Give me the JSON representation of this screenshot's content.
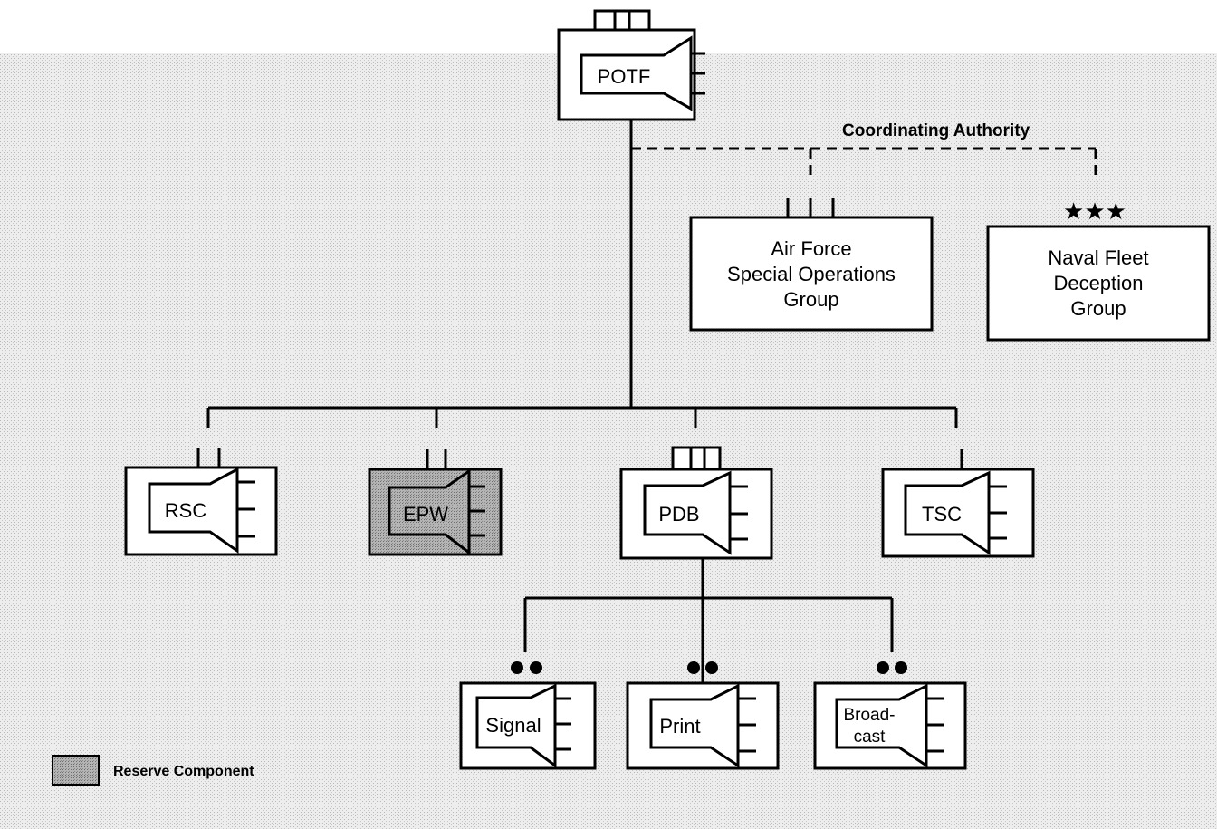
{
  "diagram": {
    "edge_label": "Coordinating Authority",
    "nodes": {
      "potf": {
        "label": "POTF",
        "echelon": "tab"
      },
      "afsog": {
        "line1": "Air Force",
        "line2": "Special Operations",
        "line3": "Group",
        "echelon": "three-ticks"
      },
      "nfdg": {
        "line1": "Naval Fleet",
        "line2": "Deception",
        "line3": "Group",
        "echelon": "three-stars",
        "stars": "★★★"
      },
      "rsc": {
        "label": "RSC",
        "echelon": "two-ticks"
      },
      "epw": {
        "label": "EPW",
        "echelon": "two-ticks",
        "reserve": true
      },
      "pdb": {
        "label": "PDB",
        "echelon": "tab"
      },
      "tsc": {
        "label": "TSC",
        "echelon": "one-tick"
      },
      "signal": {
        "label": "Signal",
        "echelon": "two-dots"
      },
      "print": {
        "label": "Print",
        "echelon": "two-dots"
      },
      "broadcast": {
        "line1": "Broad-",
        "line2": "cast",
        "echelon": "two-dots"
      }
    },
    "legend": {
      "label": "Reserve Component"
    },
    "colors": {
      "background": "#e9e9e9",
      "reserve_fill": "#a9a9a9",
      "ink": "#000000"
    }
  }
}
